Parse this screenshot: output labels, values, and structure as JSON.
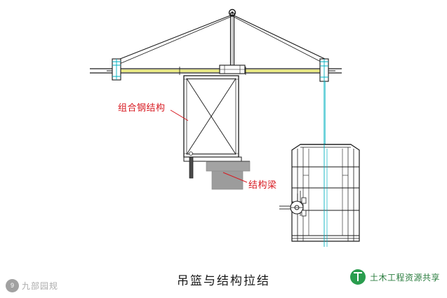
{
  "diagram": {
    "caption": "吊篮与结构拉结",
    "labels": {
      "steel_structure": "组合钢结构",
      "structural_beam": "结构梁"
    },
    "colors": {
      "label_red": "#d71920",
      "line_black": "#1a1a1a",
      "line_cyan": "#00b0c0",
      "line_yellow": "#d8d83a",
      "fill_gray": "#9a9a9a",
      "watermark_green": "#2a9d4e"
    }
  },
  "watermarks": {
    "left": {
      "badge": "9",
      "text": "九部园规"
    },
    "right": {
      "text": "土木工程资源共享",
      "icon": "plus-circle-icon"
    }
  }
}
